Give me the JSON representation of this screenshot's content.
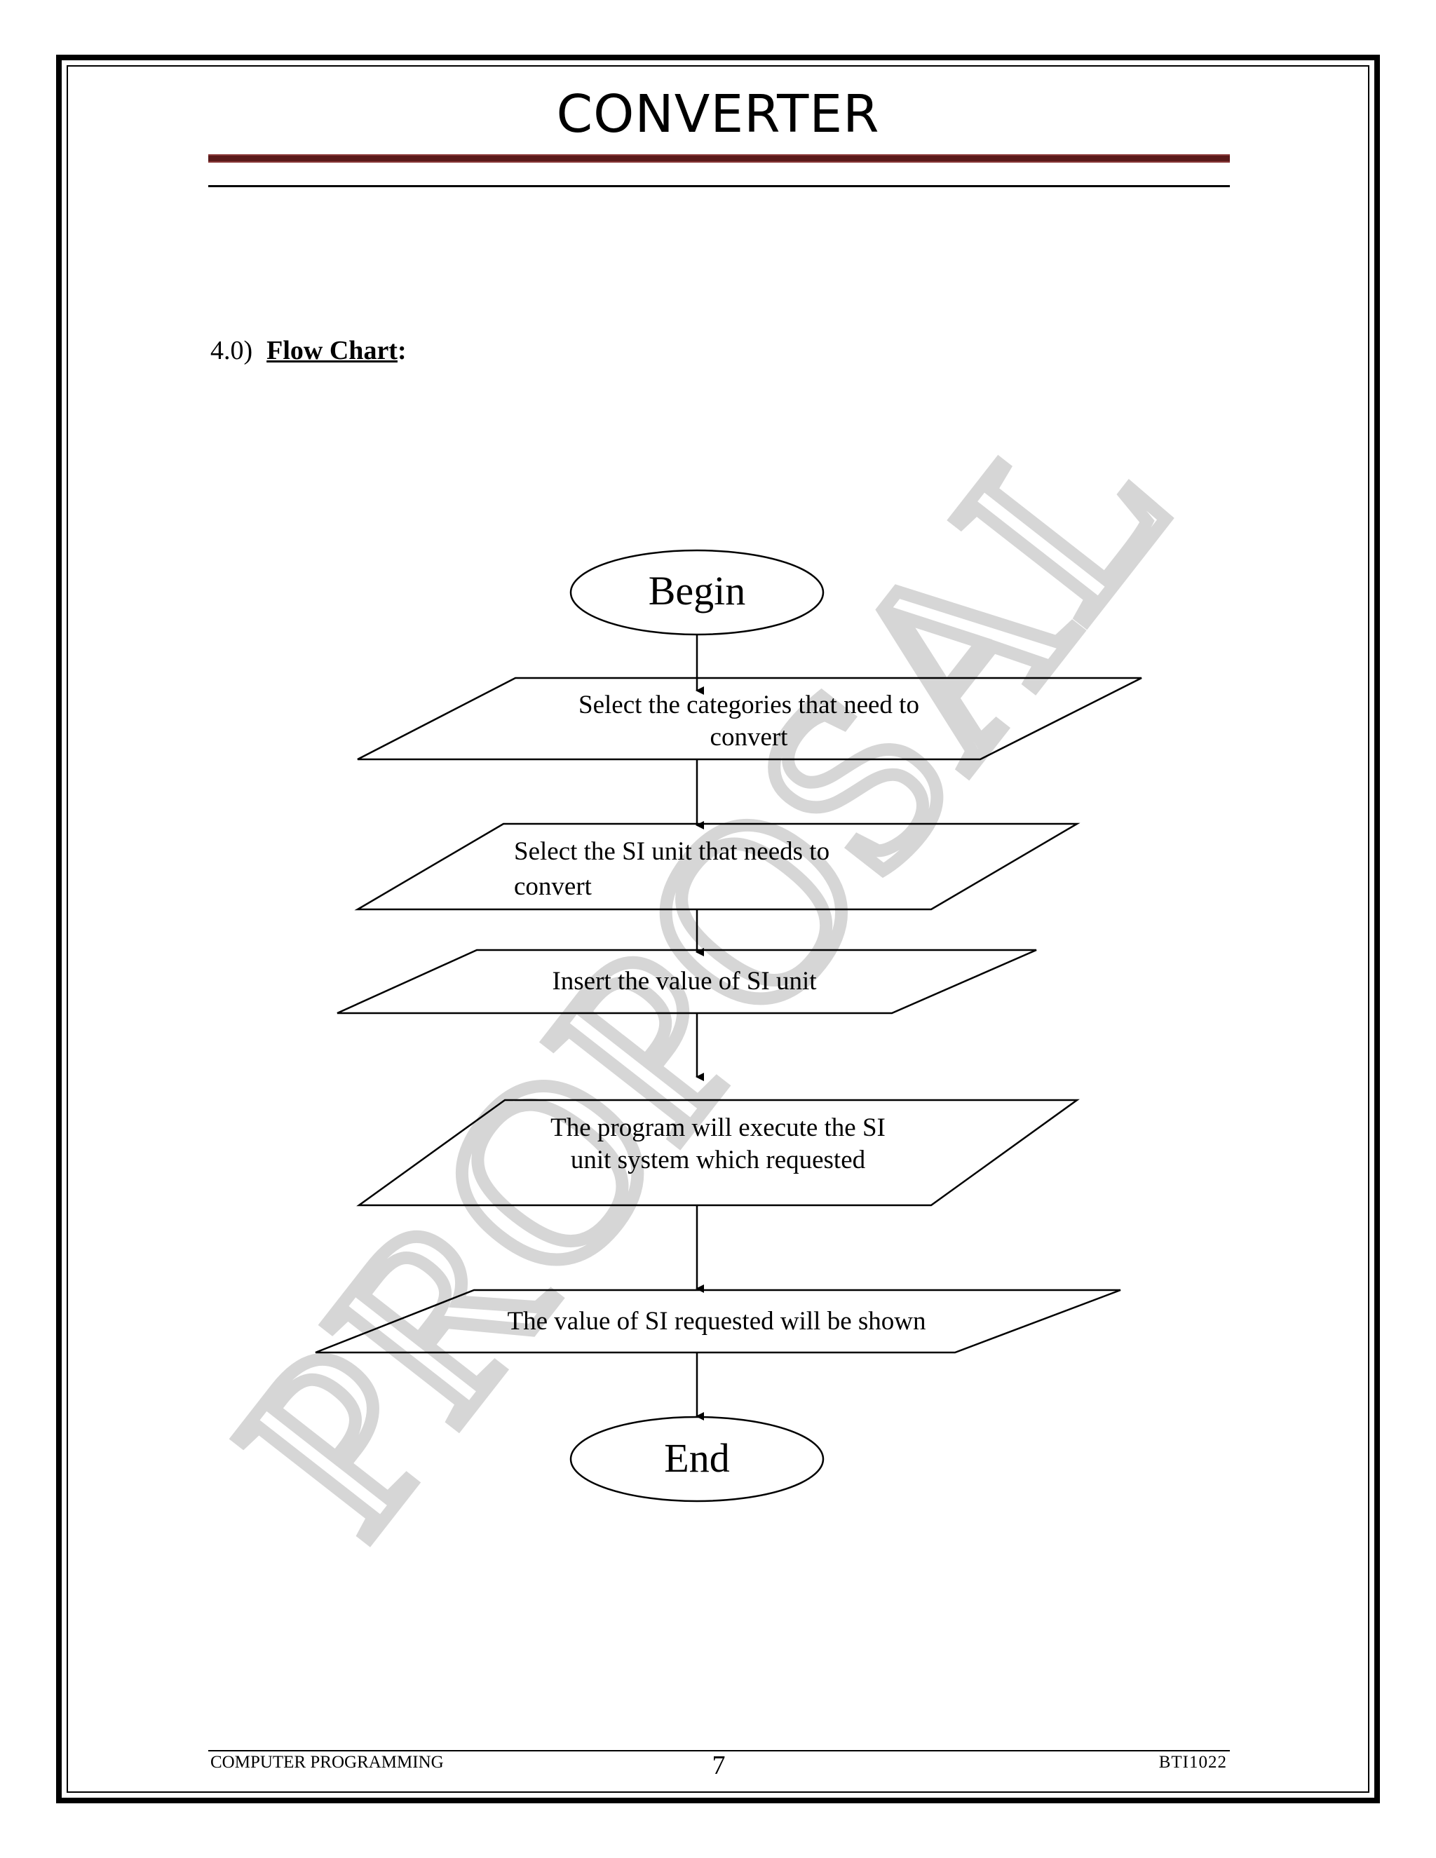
{
  "header": {
    "title": "CONVERTER"
  },
  "section": {
    "number": "4.0)",
    "title": "Flow Chart",
    "colon": ":"
  },
  "watermark": {
    "text": "PROPOSAL",
    "color": "#d3d3d3"
  },
  "flowchart": {
    "begin": "Begin",
    "steps": [
      {
        "lines": [
          "Select the categories that need to",
          "convert"
        ]
      },
      {
        "lines": [
          "Select the SI unit that needs to",
          "convert"
        ]
      },
      {
        "lines": [
          "Insert the value of SI unit"
        ]
      },
      {
        "lines": [
          "The program will execute the SI",
          "unit system which requested"
        ]
      },
      {
        "lines": [
          "The value of SI requested will be shown"
        ]
      }
    ],
    "end": "End"
  },
  "footer": {
    "left": "COMPUTER PROGRAMMING",
    "page_number": "7",
    "right": "BTI1022"
  }
}
